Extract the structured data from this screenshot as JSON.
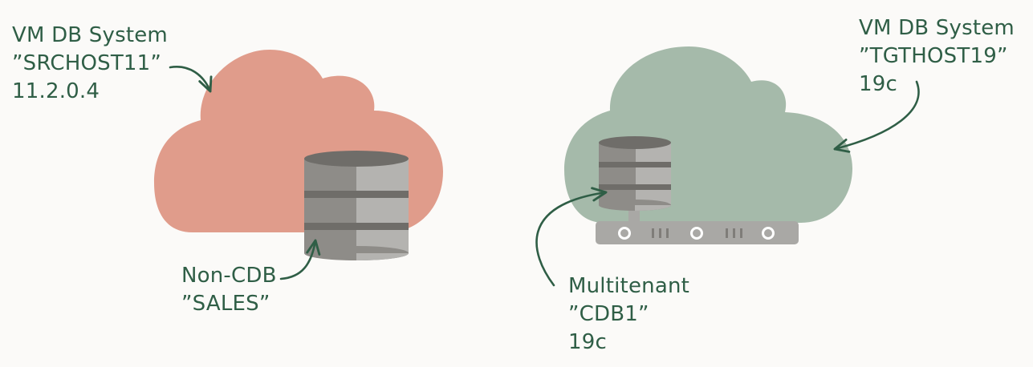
{
  "colors": {
    "background": "#fbfaf8",
    "source_cloud": "#e09c8b",
    "target_cloud": "#a5baaa",
    "annotation_ink": "#2f5e46",
    "database_dark": "#8e8c88",
    "database_light": "#b4b3b0",
    "database_band": "#6f6d69",
    "server_base": "#a9a8a5"
  },
  "source": {
    "system_label": "VM DB System",
    "host_name": "”SRCHOST11”",
    "version": "11.2.0.4",
    "database_type": "Non-CDB",
    "database_name": "”SALES”",
    "database_icon": "database-cylinder-icon",
    "cloud_icon": "cloud-icon"
  },
  "target": {
    "system_label": "VM DB System",
    "host_name": "”TGTHOST19”",
    "version": "19c",
    "database_type": "Multitenant",
    "database_name": "”CDB1”",
    "database_version": "19c",
    "database_icon": "database-server-icon",
    "cloud_icon": "cloud-icon"
  }
}
